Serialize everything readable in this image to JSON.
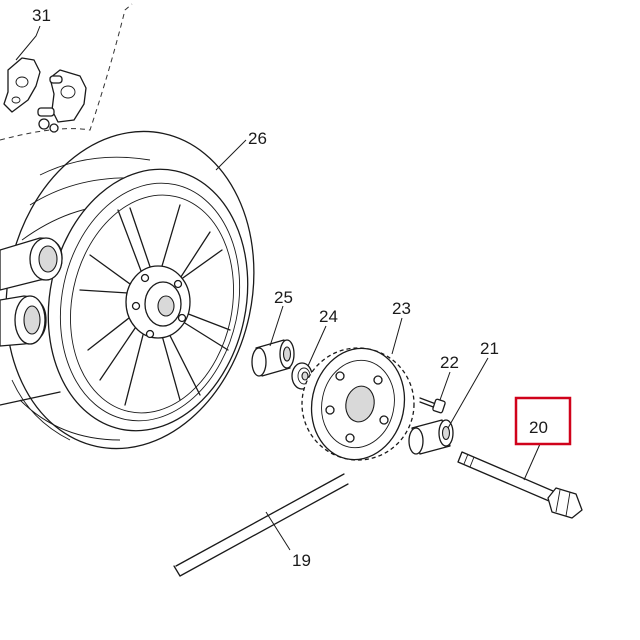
{
  "diagram": {
    "parts": [
      {
        "id": "31",
        "label": "31"
      },
      {
        "id": "26",
        "label": "26"
      },
      {
        "id": "25",
        "label": "25"
      },
      {
        "id": "24",
        "label": "24"
      },
      {
        "id": "23",
        "label": "23"
      },
      {
        "id": "22",
        "label": "22"
      },
      {
        "id": "21",
        "label": "21"
      },
      {
        "id": "20",
        "label": "20",
        "highlighted": true
      },
      {
        "id": "19",
        "label": "19"
      }
    ],
    "colors": {
      "line": "#1a1a1a",
      "highlight": "#d0021b",
      "background": "#ffffff"
    }
  }
}
